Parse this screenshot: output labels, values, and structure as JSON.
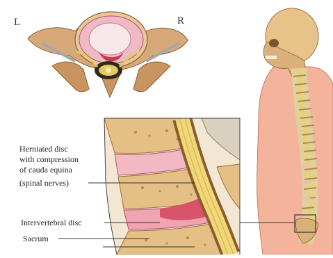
{
  "orientation": {
    "left": "L",
    "right": "R"
  },
  "labels": {
    "herniated_line1": "Herniated disc",
    "herniated_line2": "with compression",
    "herniated_line3": "of cauda equina",
    "herniated_line4": "(spinal nerves)",
    "intervertebral": "Intervertebral disc",
    "sacrum": "Sacrum"
  },
  "colors": {
    "bone": "#e8c48a",
    "bone_dark": "#b8894a",
    "disc": "#f2b8c4",
    "disc_herniated": "#d9536b",
    "nerve": "#f0d98a",
    "skin": "#f4b49b",
    "spine_highlight": "#e8d36a"
  }
}
